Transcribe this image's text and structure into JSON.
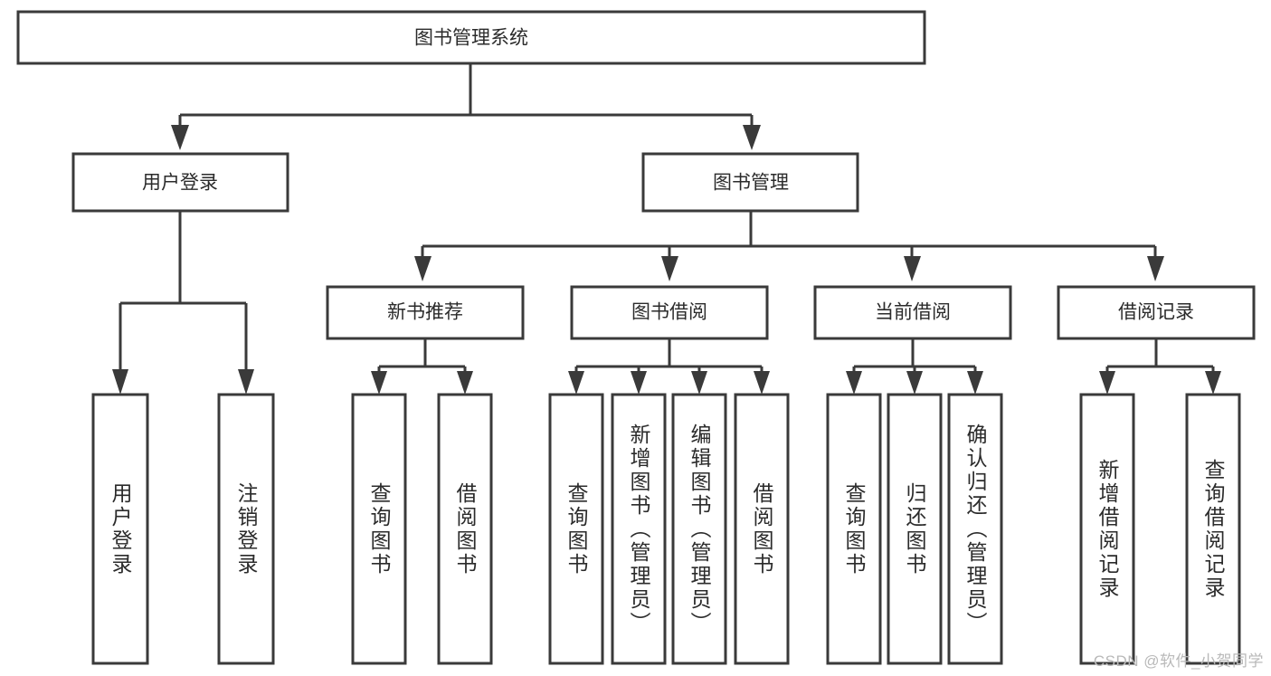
{
  "diagram": {
    "type": "tree-hierarchy",
    "title": "图书管理系统",
    "root": {
      "id": "root",
      "label": "图书管理系统",
      "orientation": "horizontal"
    },
    "level1": [
      {
        "id": "user-login",
        "label": "用户登录",
        "orientation": "horizontal"
      },
      {
        "id": "book-manage",
        "label": "图书管理",
        "orientation": "horizontal"
      }
    ],
    "level2": [
      {
        "id": "new-book-recommend",
        "label": "新书推荐",
        "parent": "book-manage",
        "orientation": "horizontal"
      },
      {
        "id": "book-borrow",
        "label": "图书借阅",
        "parent": "book-manage",
        "orientation": "horizontal"
      },
      {
        "id": "current-borrow",
        "label": "当前借阅",
        "parent": "book-manage",
        "orientation": "horizontal"
      },
      {
        "id": "borrow-record",
        "label": "借阅记录",
        "parent": "book-manage",
        "orientation": "horizontal"
      }
    ],
    "leaves": {
      "user_login": [
        {
          "id": "leaf-user-login",
          "label": "用户登录"
        },
        {
          "id": "leaf-logout-login",
          "label": "注销登录"
        }
      ],
      "new_book_recommend": [
        {
          "id": "leaf-query-book-1",
          "label": "查询图书"
        },
        {
          "id": "leaf-borrow-book-1",
          "label": "借阅图书"
        }
      ],
      "book_borrow": [
        {
          "id": "leaf-query-book-2",
          "label": "查询图书"
        },
        {
          "id": "leaf-add-book",
          "label": "新增图书（管理员）"
        },
        {
          "id": "leaf-edit-book",
          "label": "编辑图书（管理员）"
        },
        {
          "id": "leaf-borrow-book-2",
          "label": "借阅图书"
        }
      ],
      "current_borrow": [
        {
          "id": "leaf-query-book-3",
          "label": "查询图书"
        },
        {
          "id": "leaf-return-book",
          "label": "归还图书"
        },
        {
          "id": "leaf-confirm-return",
          "label": "确认归还（管理员）"
        }
      ],
      "borrow_record": [
        {
          "id": "leaf-add-record",
          "label": "新增借阅记录"
        },
        {
          "id": "leaf-query-record",
          "label": "查询借阅记录"
        }
      ]
    },
    "colors": {
      "stroke": "#3a3a3a",
      "fill": "#ffffff",
      "text": "#2b2b2b",
      "background": "#ffffff",
      "watermark": "#b9b9b9"
    }
  },
  "watermark": {
    "text": "CSDN @软件_小贺同学"
  }
}
